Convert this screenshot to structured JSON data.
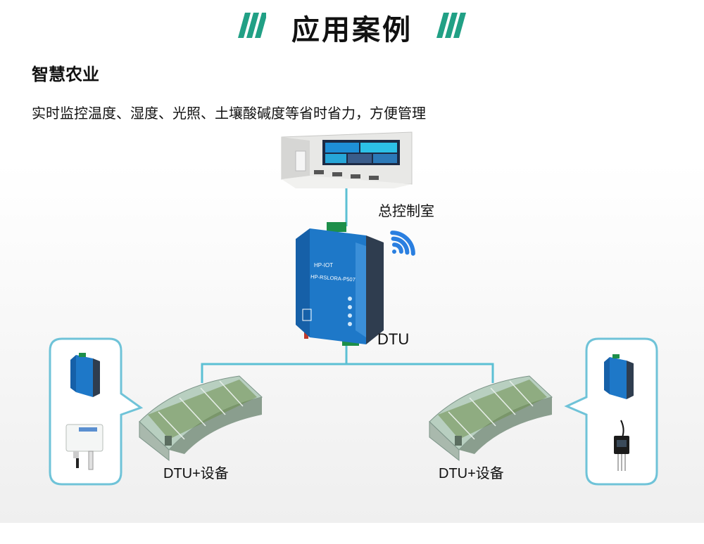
{
  "header": {
    "title": "应用案例",
    "accent_color": "#21a085"
  },
  "subtitle": "智慧农业",
  "description": "实时监控温度、湿度、光照、土壤酸碱度等省时省力，方便管理",
  "nodes": {
    "control_room": {
      "label": "总控制室"
    },
    "dtu_center": {
      "label": "DTU",
      "device_model": "HP-RSLORA-P507",
      "brand": "HP-IOT"
    },
    "greenhouse_left": {
      "label": "DTU+设备"
    },
    "greenhouse_right": {
      "label": "DTU+设备"
    }
  },
  "colors": {
    "connector": "#5cc0d4",
    "callout_border": "#6fc3d8",
    "device_blue": "#1e78c8",
    "wifi_blue": "#2a7fe0"
  },
  "icons": [
    "wifi-signal-icon"
  ]
}
